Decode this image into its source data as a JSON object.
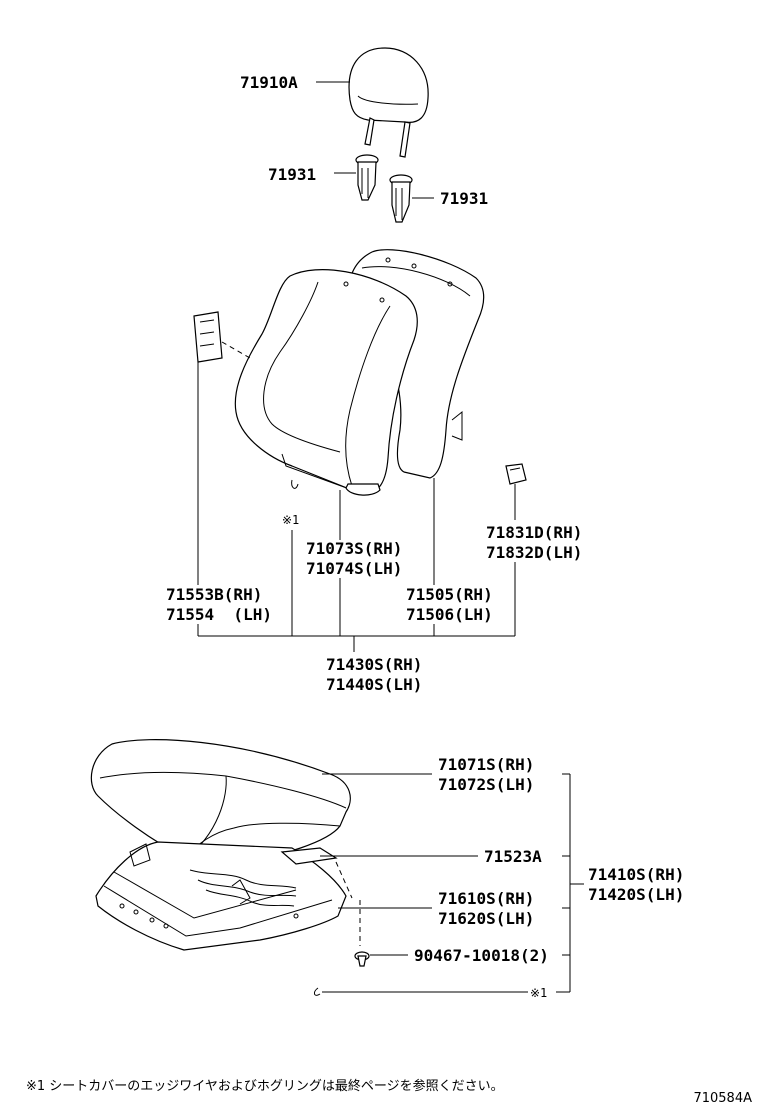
{
  "labels": {
    "headrest": "71910A",
    "guide_left": "71931",
    "guide_right": "71931",
    "note_mark_back": "※1",
    "seatback_cover": [
      "71073S(RH)",
      "71074S(LH)"
    ],
    "clip_right": [
      "71831D(RH)",
      "71832D(LH)"
    ],
    "clip_left": [
      "71553B(RH)",
      "71554  (LH)"
    ],
    "seatback_pad": [
      "71505(RH)",
      "71506(LH)"
    ],
    "seatback_assy": [
      "71430S(RH)",
      "71440S(LH)"
    ],
    "cushion_cover": [
      "71071S(RH)",
      "71072S(LH)"
    ],
    "cushion_part": "71523A",
    "cushion_assy": [
      "71410S(RH)",
      "71420S(LH)"
    ],
    "cushion_frame": [
      "71610S(RH)",
      "71620S(LH)"
    ],
    "screw": "90467-10018(2)",
    "note_mark_cushion": "※1"
  },
  "footnote": "※1  シートカバーのエッジワイヤおよびホグリングは最終ページを参照ください。",
  "figure_number": "710584A"
}
